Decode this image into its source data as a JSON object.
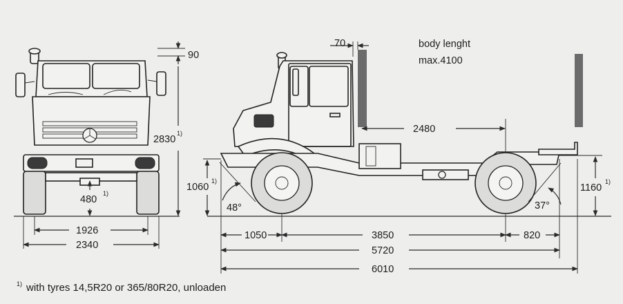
{
  "colors": {
    "background": "#eeeeec",
    "body_marker": "#6b6b6b",
    "ink": "#1c1c1c"
  },
  "front_view": {
    "roof_offset": "90",
    "overall_height": "2830",
    "ground_clearance": "480",
    "track_width": "1926",
    "overall_width": "2340",
    "note_marker": "1)"
  },
  "side_view": {
    "cab_gap": "70",
    "body_label_line1": "body lenght",
    "body_label_line2": "max.4100",
    "body_distance": "2480",
    "front_height": "1060",
    "rear_height": "1160",
    "approach_angle": "48°",
    "departure_angle": "37°",
    "front_overhang": "1050",
    "wheelbase": "3850",
    "rear_overhang": "820",
    "chassis_length": "5720",
    "overall_length": "6010"
  },
  "footnote": {
    "marker": "1)",
    "text": "with tyres 14,5R20 or 365/80R20, unloaden"
  }
}
